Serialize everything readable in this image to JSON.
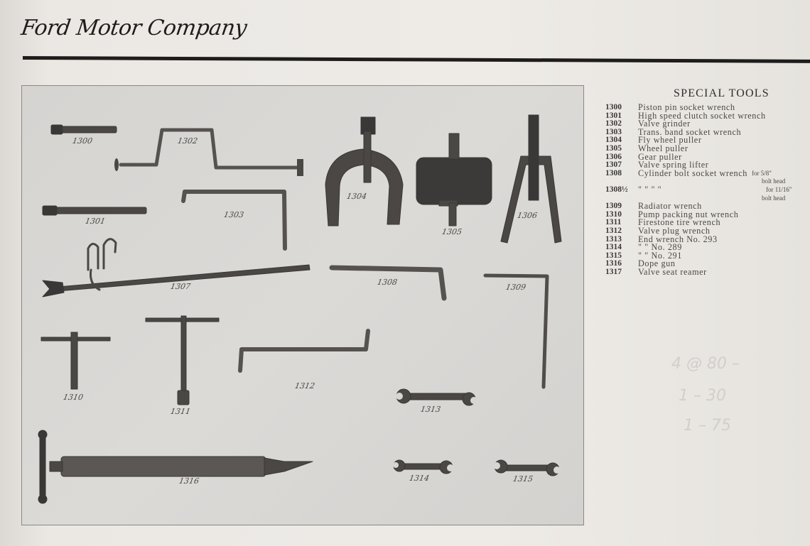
{
  "header": {
    "brand": "Ford Motor Company"
  },
  "panel": {
    "heading": "SPECIAL TOOLS",
    "items": [
      {
        "num": "1300",
        "desc": "Piston pin socket wrench"
      },
      {
        "num": "1301",
        "desc": "High speed clutch socket wrench"
      },
      {
        "num": "1302",
        "desc": "Valve grinder"
      },
      {
        "num": "1303",
        "desc": "Trans. band socket wrench"
      },
      {
        "num": "1304",
        "desc": "Fly wheel puller"
      },
      {
        "num": "1305",
        "desc": "Wheel puller"
      },
      {
        "num": "1306",
        "desc": "Gear puller"
      },
      {
        "num": "1307",
        "desc": "Valve spring lifter"
      },
      {
        "num": "1308",
        "desc": "Cylinder bolt socket wrench",
        "note": "for 5/8\"",
        "note2": "bolt head"
      },
      {
        "num": "1308½",
        "desc": "\"        \"        \"        \"",
        "note": "for 11/16\"",
        "note2": "bolt head"
      },
      {
        "num": "1309",
        "desc": "Radiator wrench"
      },
      {
        "num": "1310",
        "desc": "Pump packing nut wrench"
      },
      {
        "num": "1311",
        "desc": "Firestone tire wrench"
      },
      {
        "num": "1312",
        "desc": "Valve plug wrench"
      },
      {
        "num": "1313",
        "desc": "End wrench No. 293"
      },
      {
        "num": "1314",
        "desc": "\"       \"      No. 289"
      },
      {
        "num": "1315",
        "desc": "\"       \"      No. 291"
      },
      {
        "num": "1316",
        "desc": "Dope gun"
      },
      {
        "num": "1317",
        "desc": "Valve seat reamer"
      }
    ]
  },
  "photo_labels": {
    "l1300": "1300",
    "l1301": "1301",
    "l1302": "1302",
    "l1303": "1303",
    "l1304": "1304",
    "l1305": "1305",
    "l1306": "1306",
    "l1307": "1307",
    "l1308": "1308",
    "l1309": "1309",
    "l1310": "1310",
    "l1311": "1311",
    "l1312": "1312",
    "l1313": "1313",
    "l1314": "1314",
    "l1315": "1315",
    "l1316": "1316"
  },
  "handwritten_notes": [
    "4 @ 80 –",
    "1 – 30",
    "1 – 75"
  ],
  "colors": {
    "paper": "#e8e5e1",
    "ink": "#1e1d1c",
    "photo_bg": "#d8d6d3",
    "metal": "#4a4744"
  }
}
